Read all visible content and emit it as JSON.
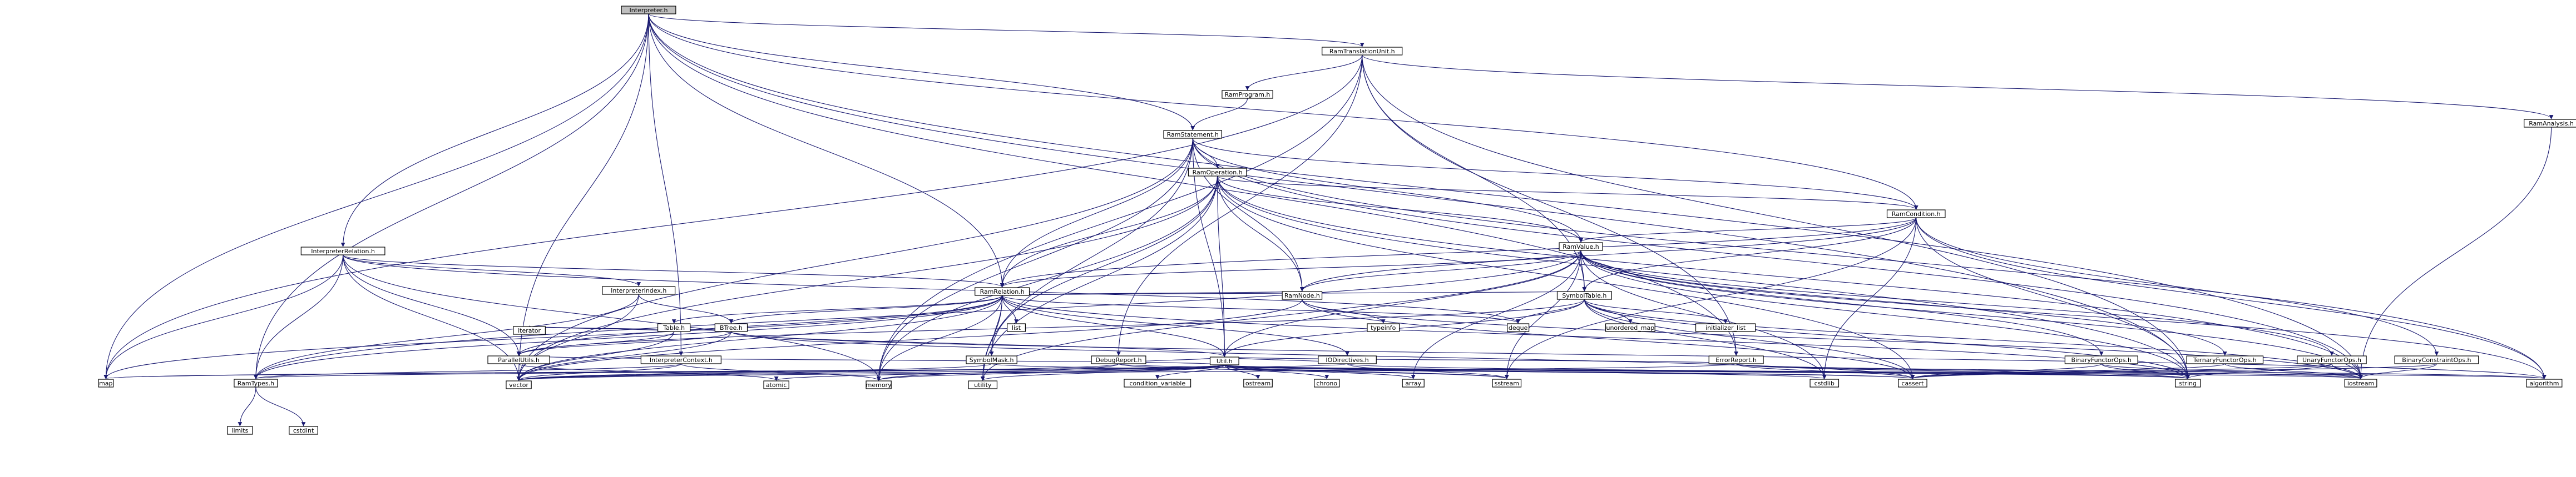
{
  "colors": {
    "edge": "#191970",
    "edge_muted": "#9a9a9a",
    "root_fill": "#bfbfbf",
    "box_fill": "#ffffff",
    "header_box_border": "#000000",
    "flagged_box_border": "#ff0000",
    "leaf_border": "#bfbfbf"
  },
  "graph": {
    "root": "Interpreter.h",
    "headers": [
      "Interpreter.h",
      "RamTranslationUnit.h",
      "RamProgram.h",
      "RamAnalysis.h",
      "RamStatement.h",
      "RamOperation.h",
      "RamCondition.h",
      "RamValue.h",
      "InterpreterRelation.h",
      "InterpreterIndex.h",
      "RamRelation.h",
      "RamNode.h",
      "SymbolTable.h",
      "Table.h",
      "BTree.h",
      "ParallelUtils.h",
      "SymbolMask.h",
      "InterpreterContext.h",
      "DebugReport.h",
      "Util.h",
      "IODirectives.h",
      "ErrorReport.h",
      "BinaryFunctorOps.h",
      "TernaryFunctorOps.h",
      "UnaryFunctorOps.h",
      "BinaryConstraintOps.h",
      "RamTypes.h"
    ],
    "std_headers": [
      "map",
      "vector",
      "memory",
      "utility",
      "atomic",
      "iterator",
      "list",
      "typeinfo",
      "deque",
      "unordered_map",
      "initializer_list",
      "cstdlib",
      "cassert",
      "string",
      "iostream",
      "algorithm",
      "condition_variable",
      "ostream",
      "chrono",
      "array",
      "sstream",
      "limits",
      "cstdint"
    ]
  }
}
